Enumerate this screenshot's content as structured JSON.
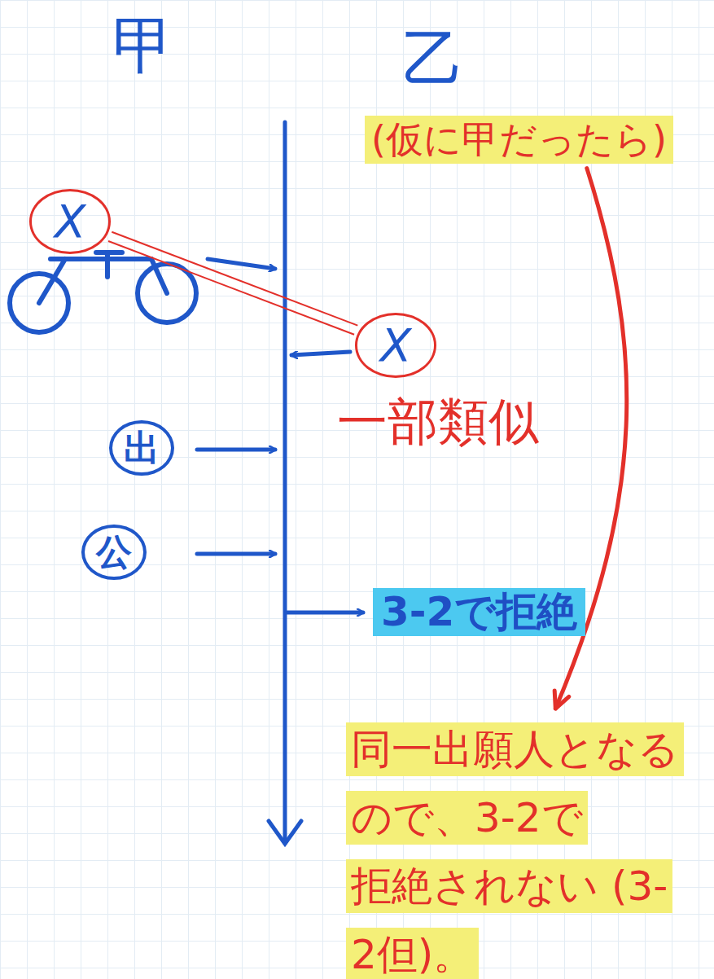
{
  "diagram": {
    "nodes": [
      {
        "text": [
          "(仮に甲だったら)"
        ]
      },
      {
        "text": [
          "X"
        ]
      },
      {
        "text": [
          "X"
        ]
      },
      {
        "text": [
          "出"
        ]
      },
      {
        "text": [
          "公"
        ]
      },
      {
        "text": [
          "3-2で拒絶"
        ]
      },
      {
        "text": [
          "同一出願人となる ので、3-2で 拒絶されない (3-2但)。"
        ]
      }
    ],
    "edges": [
      {
        "from": 1,
        "to": 2,
        "arrow": "none"
      },
      {
        "from": 0,
        "to": 6,
        "arrow": "to"
      }
    ],
    "labels": [
      "甲",
      "乙",
      "一部類似"
    ]
  }
}
